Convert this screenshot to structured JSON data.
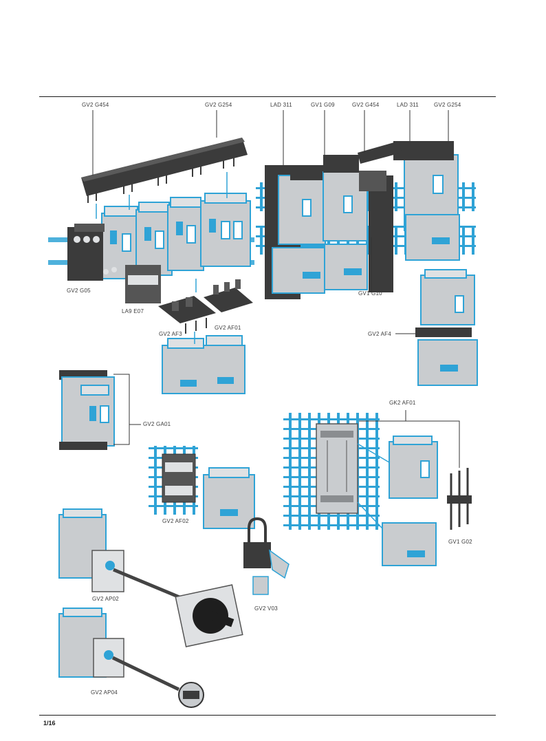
{
  "colors": {
    "grey": "#c9cccf",
    "grey_light": "#dfe1e3",
    "blue": "#2fa3d6",
    "dark": "#3b3b3b",
    "black": "#1e1e1e",
    "line": "#333333"
  },
  "labels": {
    "gv2_g454_left": "GV2 G454",
    "gv2_g254_left": "GV2 G254",
    "lad_311_a": "LAD 311",
    "gv1_g09": "GV1 G09",
    "gv2_g454_right": "GV2 G454",
    "lad_311_b": "LAD 311",
    "gv2_g254_right": "GV2 G254",
    "gv2_g05": "GV2 G05",
    "la9_e07": "LA9 E07",
    "gv2_af3": "GV2 AF3",
    "gv2_af01": "GV2 AF01",
    "gv1_g10": "GV1 G10",
    "gv2_af4": "GV2 AF4",
    "gv2_ga01": "GV2 GA01",
    "gk2_af01": "GK2 AF01",
    "gv2_af02": "GV2 AF02",
    "gv1_g02": "GV1 G02",
    "gv2_ap02": "GV2 AP02",
    "gv2_v03": "GV2 V03",
    "gv2_ap04": "GV2 AP04"
  },
  "page_number": "1/16"
}
